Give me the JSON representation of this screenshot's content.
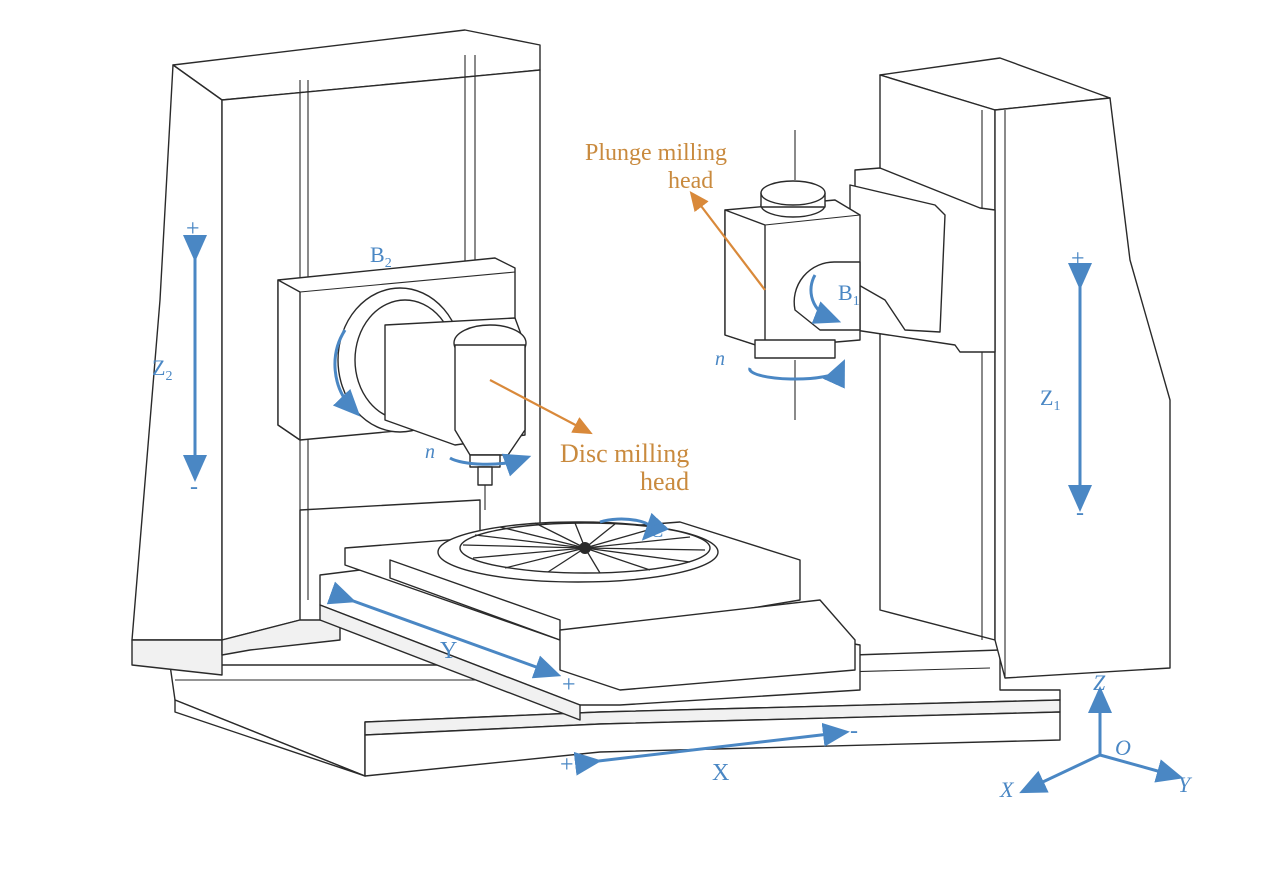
{
  "labels": {
    "plunge_head_line1": "Plunge milling",
    "plunge_head_line2": "head",
    "disc_head_line1": "Disc milling",
    "disc_head_line2": "head",
    "b1": "B",
    "b1_sub": "1",
    "b2": "B",
    "b2_sub": "2",
    "z1": "Z",
    "z1_sub": "1",
    "z2": "Z",
    "z2_sub": "2",
    "n_left": "n",
    "n_right": "n",
    "c": "C",
    "x_axis": "X",
    "y_axis": "Y",
    "plus": "+",
    "minus": "-",
    "coord_z": "Z",
    "coord_x": "X",
    "coord_y": "Y",
    "coord_o": "O"
  },
  "colors": {
    "axis_blue": "#4a87c4",
    "callout_orange": "#c98a3e",
    "outline": "#2a2a2a"
  }
}
